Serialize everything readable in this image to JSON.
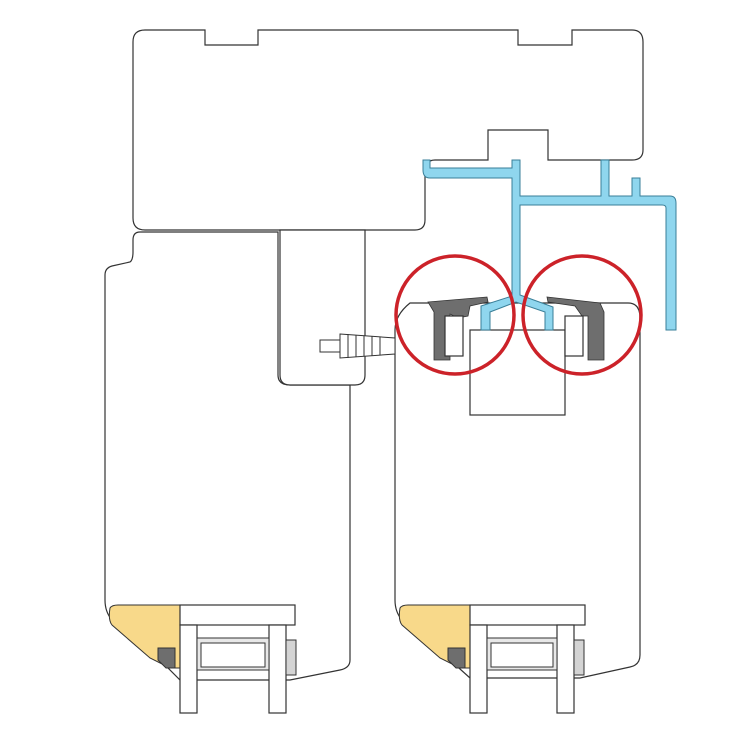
{
  "diagram": {
    "type": "window-profile-cross-section",
    "colors": {
      "outline": "#333333",
      "aluminium_profile": "#8fd6ee",
      "aluminium_stroke": "#3a7f98",
      "gasket": "#6e6e6e",
      "highlight_circle": "#cc2229",
      "insulation_block": "#f8d98a",
      "glass_spacer": "#d4d4d4"
    },
    "highlights": [
      {
        "label": "left-gasket-detail"
      },
      {
        "label": "right-gasket-detail"
      }
    ]
  }
}
